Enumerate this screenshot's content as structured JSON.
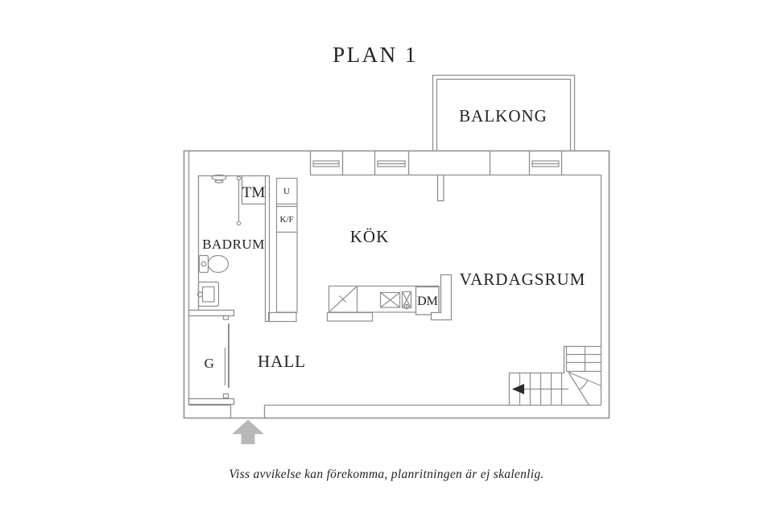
{
  "page": {
    "title": "PLAN 1",
    "caption": "Viss avvikelse kan förekomma, planritningen är ej skalenlig."
  },
  "floor_plan": {
    "rooms": {
      "balcony": "BALKONG",
      "bathroom": "BADRUM",
      "kitchen": "KÖK",
      "living_room": "VARDAGSRUM",
      "hall": "HALL",
      "wardrobe": "G"
    },
    "appliances": {
      "washing_machine": "TM",
      "oven": "U",
      "fridge_freezer": "K/F",
      "dishwasher": "DM"
    }
  },
  "colors": {
    "wall_line": "#8f8f8f",
    "text": "#222222",
    "entrance_arrow": "#b8b8b8",
    "background": "#ffffff"
  }
}
